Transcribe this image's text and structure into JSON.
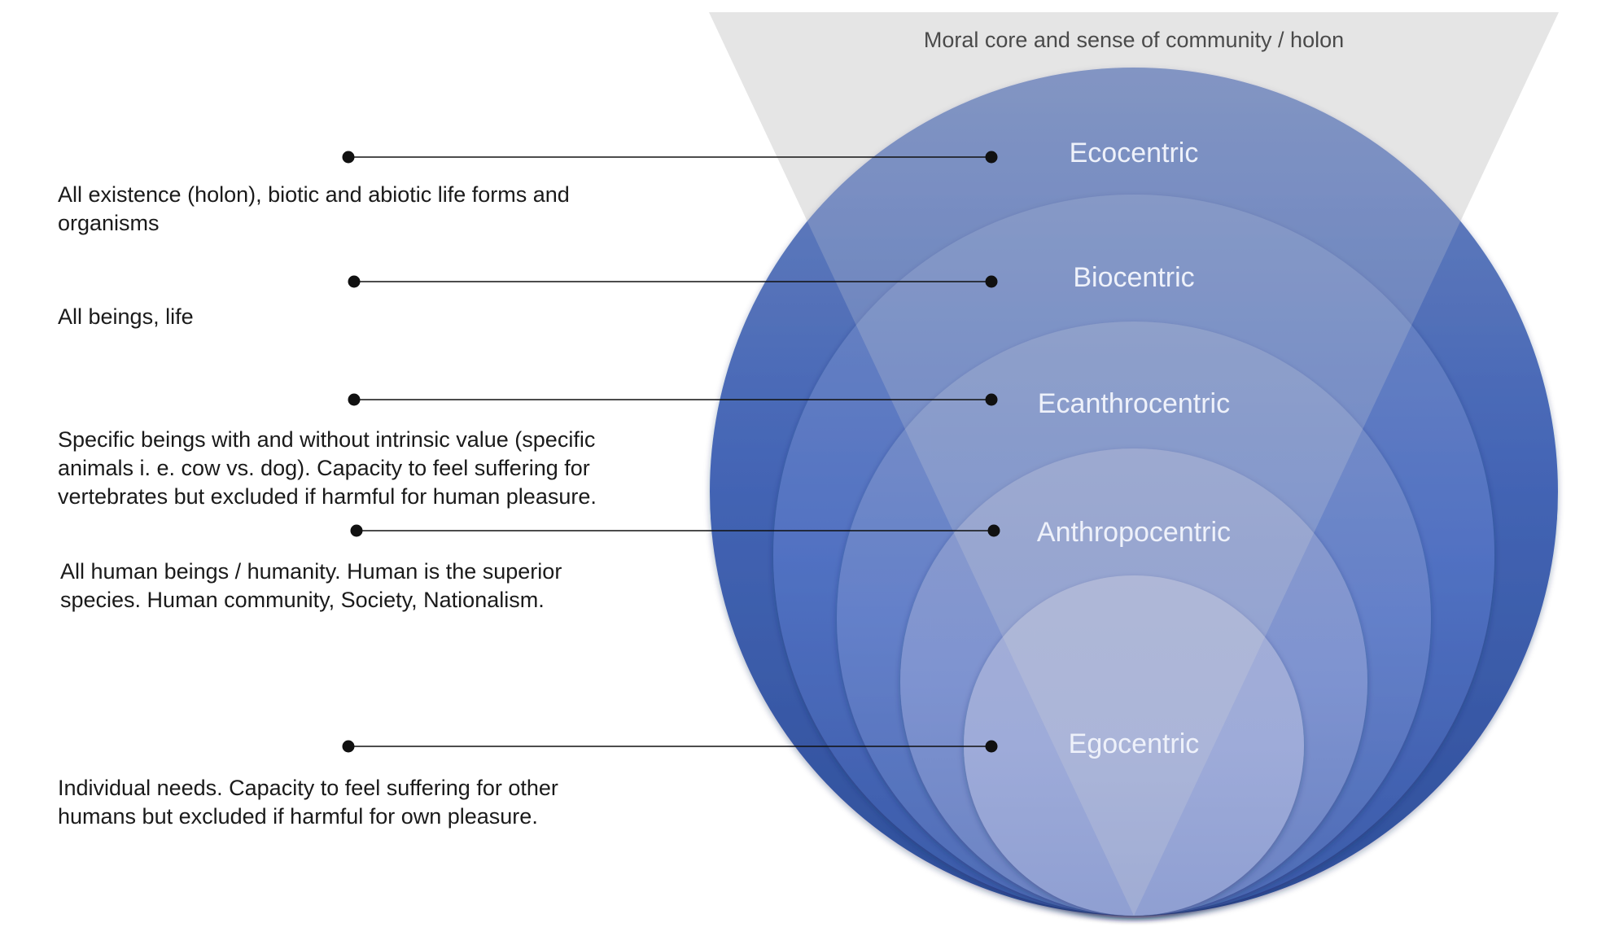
{
  "diagram": {
    "holon_label": "Moral core and sense of community / holon",
    "colors": {
      "funnel": "#e8e8e8",
      "outer_ring": "#3d62b0",
      "inner_ring": "#a2acd6",
      "connector": "#111111",
      "ring_label": "#eef1fa"
    },
    "levels": [
      {
        "name": "Ecocentric",
        "description": "All existence (holon), biotic and abiotic life forms and\norganisms"
      },
      {
        "name": "Biocentric",
        "description": "All beings, life"
      },
      {
        "name": "Ecanthrocentric",
        "description": "Specific beings with and without intrinsic value (specific\nanimals i. e. cow vs. dog). Capacity to feel suffering for\nvertebrates but excluded if harmful for human pleasure."
      },
      {
        "name": "Anthropocentric",
        "description": "All human beings / humanity. Human is the superior\nspecies. Human community, Society, Nationalism."
      },
      {
        "name": "Egocentric",
        "description": "Individual needs. Capacity to feel suffering for other\nhumans but excluded if harmful for own pleasure."
      }
    ]
  }
}
